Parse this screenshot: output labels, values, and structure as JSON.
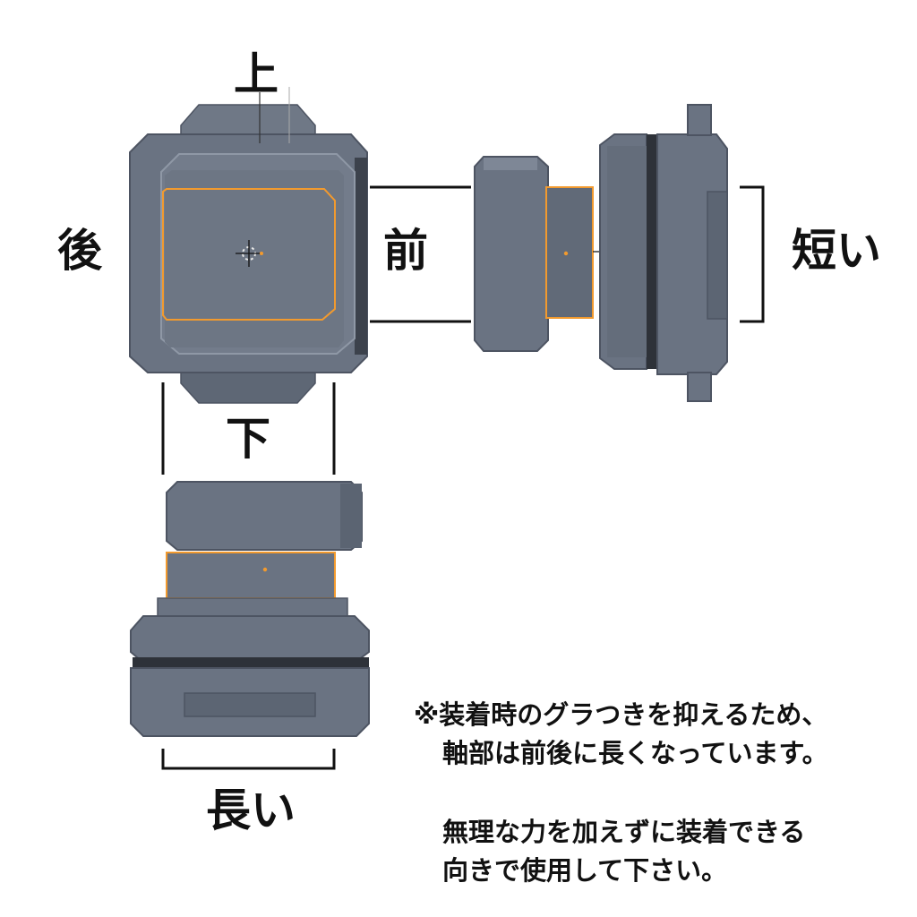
{
  "labels": {
    "top": "上",
    "bottom": "下",
    "back": "後",
    "front": "前",
    "short": "短い",
    "long": "長い"
  },
  "note": {
    "line1": "※装着時のグラつきを抑えるため、",
    "line2": "軸部は前後に長くなっています。",
    "line3": "無理な力を加えずに装着できる",
    "line4": "向きで使用して下さい。"
  },
  "colors": {
    "part_dark": "#5a6270",
    "part_mid": "#6a7382",
    "part_light": "#7f8897",
    "selection": "#f29a2e",
    "bracket": "#111111"
  }
}
